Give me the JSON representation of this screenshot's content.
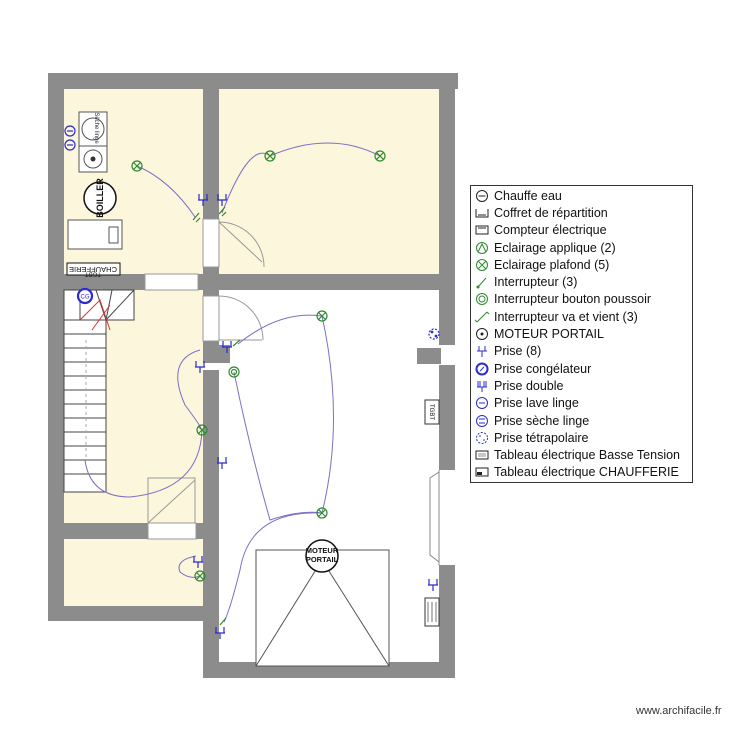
{
  "plan_labels": {
    "boiler": "BOILLER",
    "chaufferie_panel": "CHAUFFERIE",
    "chaufferie_panel_code": "TGBT",
    "seche_linge": "Sèche linge",
    "moteur_portail_line1": "MOTEUR",
    "moteur_portail_line2": "PORTAIL",
    "tgbt": "TGBT",
    "congelateur_mark": "CG"
  },
  "legend": {
    "items": [
      {
        "icon": "chauffe-eau-icon",
        "label": "Chauffe eau"
      },
      {
        "icon": "coffret-icon",
        "label": "Coffret de répartition"
      },
      {
        "icon": "compteur-icon",
        "label": "Compteur électrique"
      },
      {
        "icon": "eclairage-applique-icon",
        "label": "Eclairage applique (2)"
      },
      {
        "icon": "eclairage-plafond-icon",
        "label": "Eclairage plafond (5)"
      },
      {
        "icon": "interrupteur-icon",
        "label": "Interrupteur (3)"
      },
      {
        "icon": "bouton-poussoir-icon",
        "label": "Interrupteur bouton poussoir"
      },
      {
        "icon": "va-et-vient-icon",
        "label": "Interrupteur va et vient (3)"
      },
      {
        "icon": "moteur-icon",
        "label": "MOTEUR PORTAIL"
      },
      {
        "icon": "prise-icon",
        "label": "Prise (8)"
      },
      {
        "icon": "prise-congelateur-icon",
        "label": "Prise congélateur"
      },
      {
        "icon": "prise-double-icon",
        "label": "Prise double"
      },
      {
        "icon": "lave-linge-icon",
        "label": "Prise lave linge"
      },
      {
        "icon": "seche-linge-icon",
        "label": "Prise sèche linge"
      },
      {
        "icon": "tetrapolaire-icon",
        "label": "Prise tétrapolaire"
      },
      {
        "icon": "tableau-bt-icon",
        "label": "Tableau électrique Basse Tension"
      },
      {
        "icon": "tableau-chaufferie-icon",
        "label": "Tableau électrique CHAUFFERIE"
      }
    ]
  },
  "watermark": "www.archifacile.fr",
  "colors": {
    "wall": "#8c8c8c",
    "room_fill": "#fbf6dc",
    "wire": "#7f6fc4",
    "fixture": "#2f8a2f",
    "outlet": "#2a2ad0"
  }
}
